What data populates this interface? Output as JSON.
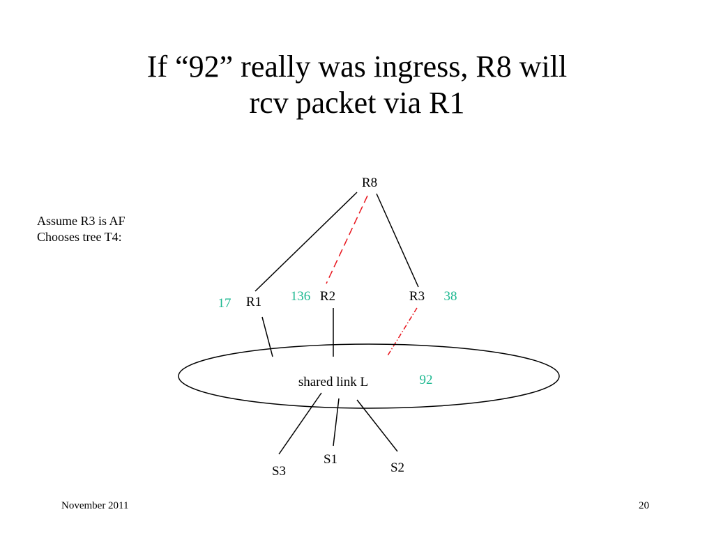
{
  "slide": {
    "title_line1": "If “92” really was ingress, R8 will",
    "title_line2": "rcv packet via R1",
    "note_line1": "Assume R3 is AF",
    "note_line2": "Chooses tree T4:",
    "footer_date": "November 2011",
    "page_number": "20"
  },
  "diagram": {
    "colors": {
      "line": "#000000",
      "highlight_path": "#e8141c",
      "metric": "#1cb890"
    },
    "nodes": {
      "r8": "R8",
      "r1": "R1",
      "r2": "R2",
      "r3": "R3",
      "link": "shared link L",
      "s1": "S1",
      "s2": "S2",
      "s3": "S3"
    },
    "metrics": {
      "r1": "17",
      "r2": "136",
      "r3": "38",
      "link": "92"
    }
  }
}
